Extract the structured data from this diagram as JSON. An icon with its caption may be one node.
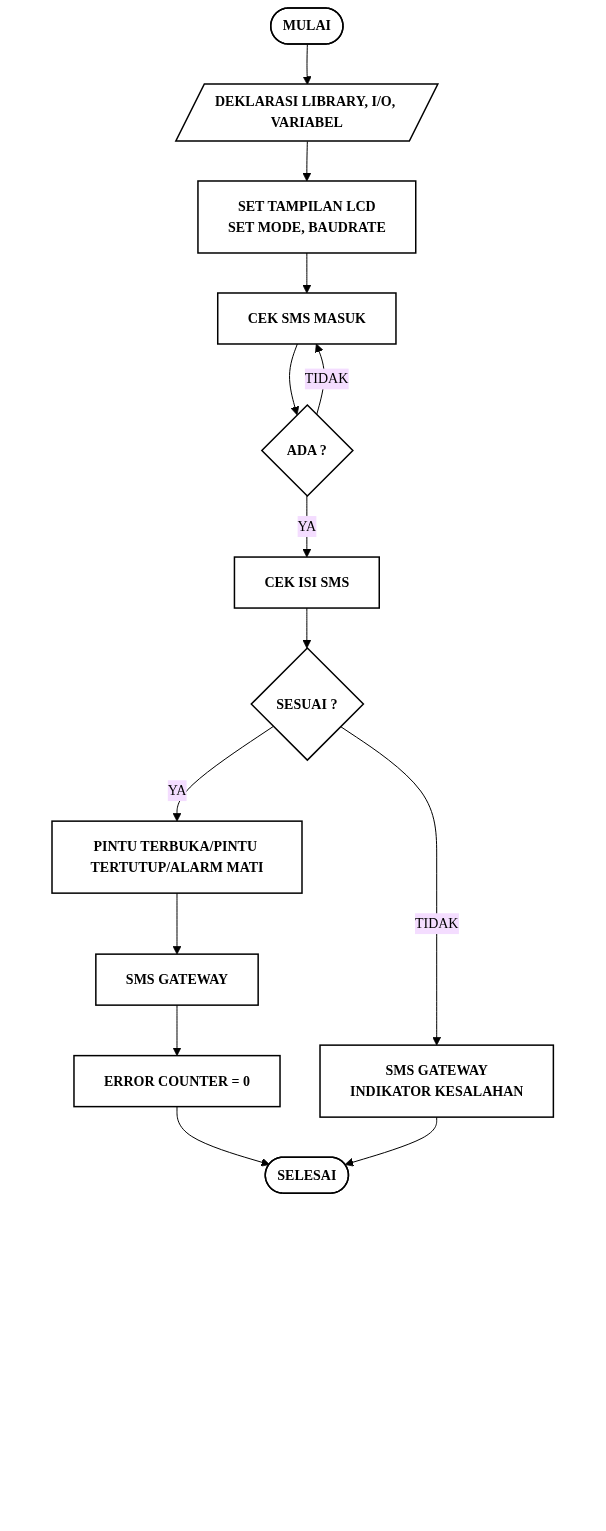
{
  "diagram": {
    "nodes": [
      {
        "text": [
          "MULAI"
        ]
      },
      {
        "text": [
          "DEKLARASI LIBRARY, I/O, VARIABEL"
        ]
      },
      {
        "text": [
          "SET TAMPILAN LCD",
          "SET MODE, BAUDRATE"
        ]
      },
      {
        "text": [
          "CEK SMS MASUK"
        ]
      },
      {
        "text": [
          "ADA ?"
        ]
      },
      {
        "text": [
          "CEK ISI SMS"
        ]
      },
      {
        "text": [
          "SESUAI ?"
        ]
      },
      {
        "text": [
          "PINTU TERBUKA/PINTU TERTUTUP/ALARM MATI"
        ]
      },
      {
        "text": [
          "SMS GATEWAY",
          "INDIKATOR KESALAHAN"
        ]
      },
      {
        "text": [
          "SMS GATEWAY"
        ]
      },
      {
        "text": [
          "ERROR COUNTER = 0"
        ]
      },
      {
        "text": [
          "SELESAI"
        ]
      }
    ],
    "edges": [
      {
        "from": 0,
        "to": 1,
        "arrow": "to"
      },
      {
        "from": 1,
        "to": 2,
        "arrow": "to"
      },
      {
        "from": 2,
        "to": 3,
        "arrow": "to"
      },
      {
        "from": 3,
        "to": 4,
        "arrow": "to"
      },
      {
        "from": 4,
        "to": 3,
        "label": "TIDAK",
        "arrow": "to"
      },
      {
        "from": 4,
        "to": 5,
        "label": "YA",
        "arrow": "to"
      },
      {
        "from": 5,
        "to": 6,
        "arrow": "to"
      },
      {
        "from": 6,
        "to": 7,
        "label": "YA",
        "arrow": "to"
      },
      {
        "from": 6,
        "to": 8,
        "label": "TIDAK",
        "arrow": "to"
      },
      {
        "from": 7,
        "to": 9,
        "arrow": "to"
      },
      {
        "from": 9,
        "to": 10,
        "arrow": "to"
      },
      {
        "from": 10,
        "to": 11,
        "arrow": "to"
      },
      {
        "from": 8,
        "to": 11,
        "arrow": "to"
      }
    ]
  }
}
